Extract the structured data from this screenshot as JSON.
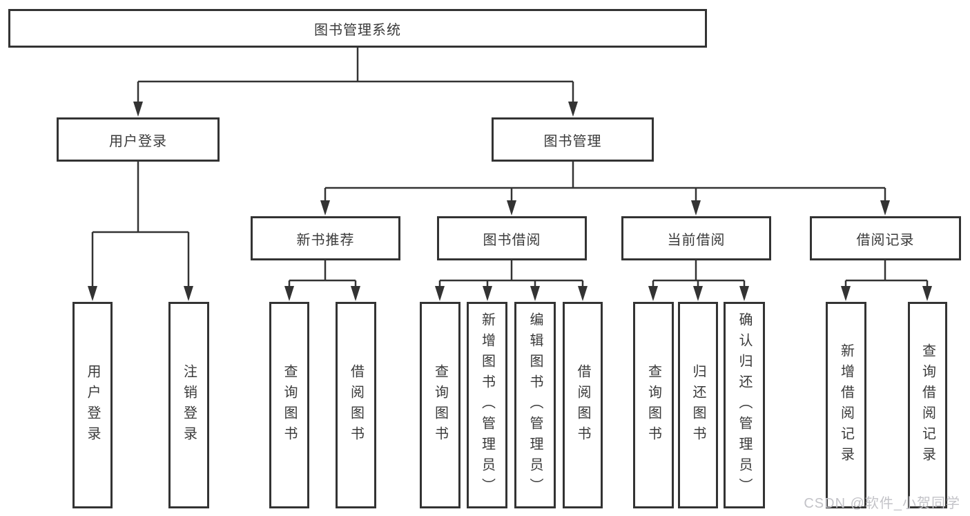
{
  "diagram": {
    "root": {
      "label": "图书管理系统"
    },
    "branches": [
      {
        "label": "用户登录",
        "children": [
          {
            "label": "用户登录"
          },
          {
            "label": "注销登录"
          }
        ]
      },
      {
        "label": "图书管理",
        "children": [
          {
            "label": "新书推荐",
            "children": [
              {
                "label": "查询图书"
              },
              {
                "label": "借阅图书"
              }
            ]
          },
          {
            "label": "图书借阅",
            "children": [
              {
                "label": "查询图书"
              },
              {
                "label": "新增图书（管理员）"
              },
              {
                "label": "编辑图书（管理员）"
              },
              {
                "label": "借阅图书"
              }
            ]
          },
          {
            "label": "当前借阅",
            "children": [
              {
                "label": "查询图书"
              },
              {
                "label": "归还图书"
              },
              {
                "label": "确认归还（管理员）"
              }
            ]
          },
          {
            "label": "借阅记录",
            "children": [
              {
                "label": "新增借阅记录"
              },
              {
                "label": "查询借阅记录"
              }
            ]
          }
        ]
      }
    ],
    "watermark": "CSDN @软件_小贺同学",
    "colors": {
      "line": "#333333",
      "text": "#3a3a3a",
      "box_background": "#ffffff",
      "watermark": "#c3c3c8"
    }
  }
}
